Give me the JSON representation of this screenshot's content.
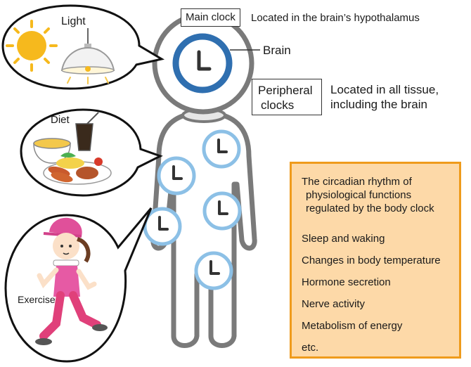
{
  "labels": {
    "light": "Light",
    "diet": "Diet",
    "exercise": "Exercise",
    "main_clock": "Main clock",
    "main_clock_desc": "Located in the brain’s hypothalamus",
    "brain": "Brain",
    "peripheral_line1": "Peripheral",
    "peripheral_line2": "clocks",
    "peripheral_desc_line1": "Located in all tissue,",
    "peripheral_desc_line2": "including the brain"
  },
  "rhythm_box": {
    "title_line1": "The circadian rhythm of",
    "title_line2": "physiological functions",
    "title_line3": "regulated by the body clock",
    "items": [
      "Sleep and waking",
      "Changes in body temperature",
      "Hormone secretion",
      "Nerve activity",
      "Metabolism of energy",
      "etc."
    ]
  },
  "colors": {
    "main_clock_ring": "#2f6fb0",
    "peripheral_clock_ring": "#8cc0e6",
    "box_fill": "#fdd9a8",
    "box_border": "#ef9b1c",
    "body_fill": "#ffffff",
    "body_outline": "#7a7a7a"
  }
}
